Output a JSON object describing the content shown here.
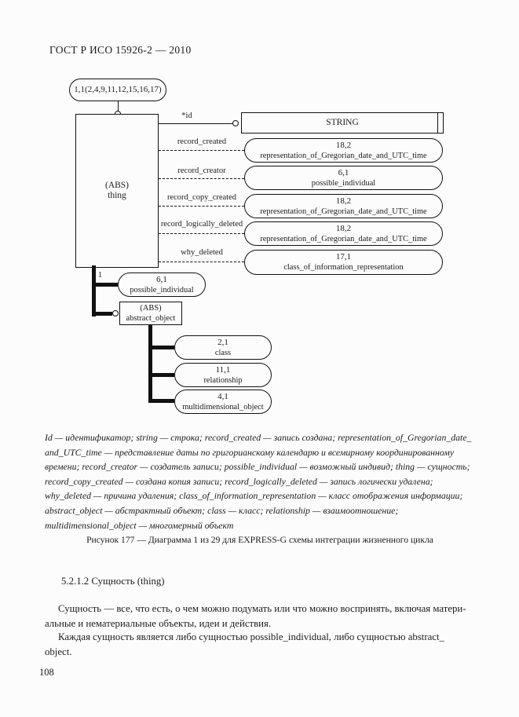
{
  "page": {
    "header": "ГОСТ Р ИСО 15926-2 — 2010",
    "page_number": "108"
  },
  "diagram": {
    "page_ref": "1,1(2,4,9,11,12,15,16,17)",
    "thing_box": {
      "line1": "(ABS)",
      "line2": "thing"
    },
    "attr_labels": {
      "id": "*id",
      "record_created": "record_created",
      "record_creator": "record_creator",
      "record_copy_created": "record_copy_created",
      "record_logically_deleted": "record_logically_deleted",
      "why_deleted": "why_deleted"
    },
    "string_box": "STRING",
    "targets": [
      {
        "num": "18,2",
        "name": "representation_of_Gregorian_date_and_UTC_time"
      },
      {
        "num": "6,1",
        "name": "possible_individual"
      },
      {
        "num": "18,2",
        "name": "representation_of_Gregorian_date_and_UTC_time"
      },
      {
        "num": "18,2",
        "name": "representation_of_Gregorian_date_and_UTC_time"
      },
      {
        "num": "17,1",
        "name": "class_of_information_representation"
      }
    ],
    "cardinality": "1",
    "possible_individual": {
      "num": "6,1",
      "name": "possible_individual"
    },
    "abstract_object": {
      "line1": "(ABS)",
      "line2": "abstract_object"
    },
    "abstract_subtypes": [
      {
        "num": "2,1",
        "name": "class"
      },
      {
        "num": "11,1",
        "name": "relationship"
      },
      {
        "num": "4,1",
        "name": "multidimensional_object"
      }
    ]
  },
  "legend": {
    "lines": [
      "Id — идентификатор; string — строка; record_created — запись создана; representation_of_Gregorian_date_",
      "and_UTC_time — представление даты по григорианскому календарю и всемирному координированному",
      "времени; record_creator — создатель записи; possible_individual — возможный индивид; thing — сущность;",
      "record_copy_created — создана копия записи; record_logically_deleted — запись логически удалена;",
      "why_deleted — причина удаления; class_of_information_representation — класс отображения информации;",
      "abstract_object — абстрактный объект; class — класс; relationship — взаимоотношение;",
      "multidimensional_object — многомерный объект"
    ]
  },
  "figure": {
    "caption": "Рисунок 177 — Диаграмма 1 из 29 для EXPRESS-G схемы интеграции жизненного цикла"
  },
  "section": {
    "heading": "5.2.1.2 Сущность (thing)",
    "p1_lines": [
      "Сущность — все, что есть, о чем можно подумать или что можно воспринять, включая матери-",
      "альные и нематериальные объекты, идеи и действия."
    ],
    "p2_lines": [
      "Каждая сущность является либо сущностью possible_individual, либо сущностью abstract_",
      "object."
    ]
  }
}
